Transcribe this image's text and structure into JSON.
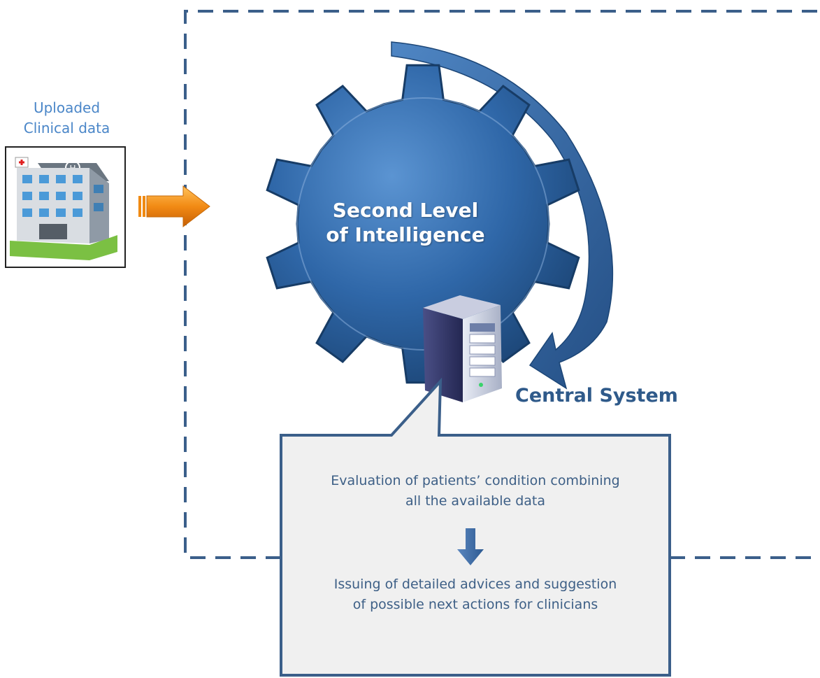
{
  "input": {
    "label_line1": "Uploaded",
    "label_line2": "Clinical data",
    "icon": "hospital-building-icon"
  },
  "arrow": {
    "icon": "orange-arrow-icon",
    "color": "#f08a12"
  },
  "gear": {
    "title_line1": "Second Level",
    "title_line2": "of Intelligence",
    "color": "#2a5f9e"
  },
  "central": {
    "label": "Central System",
    "icon": "server-tower-icon"
  },
  "callout": {
    "step1_line1": "Evaluation of patients’ condition combining",
    "step1_line2": "all the available data",
    "step2_line1": "Issuing of detailed advices and suggestion",
    "step2_line2": "of possible next actions for clinicians",
    "icon": "down-arrow-icon"
  },
  "colors": {
    "dashed_border": "#3b5f8a",
    "callout_background": "#f0f0f0",
    "callout_border": "#3b5f8a",
    "text_blue": "#4a86c8"
  }
}
